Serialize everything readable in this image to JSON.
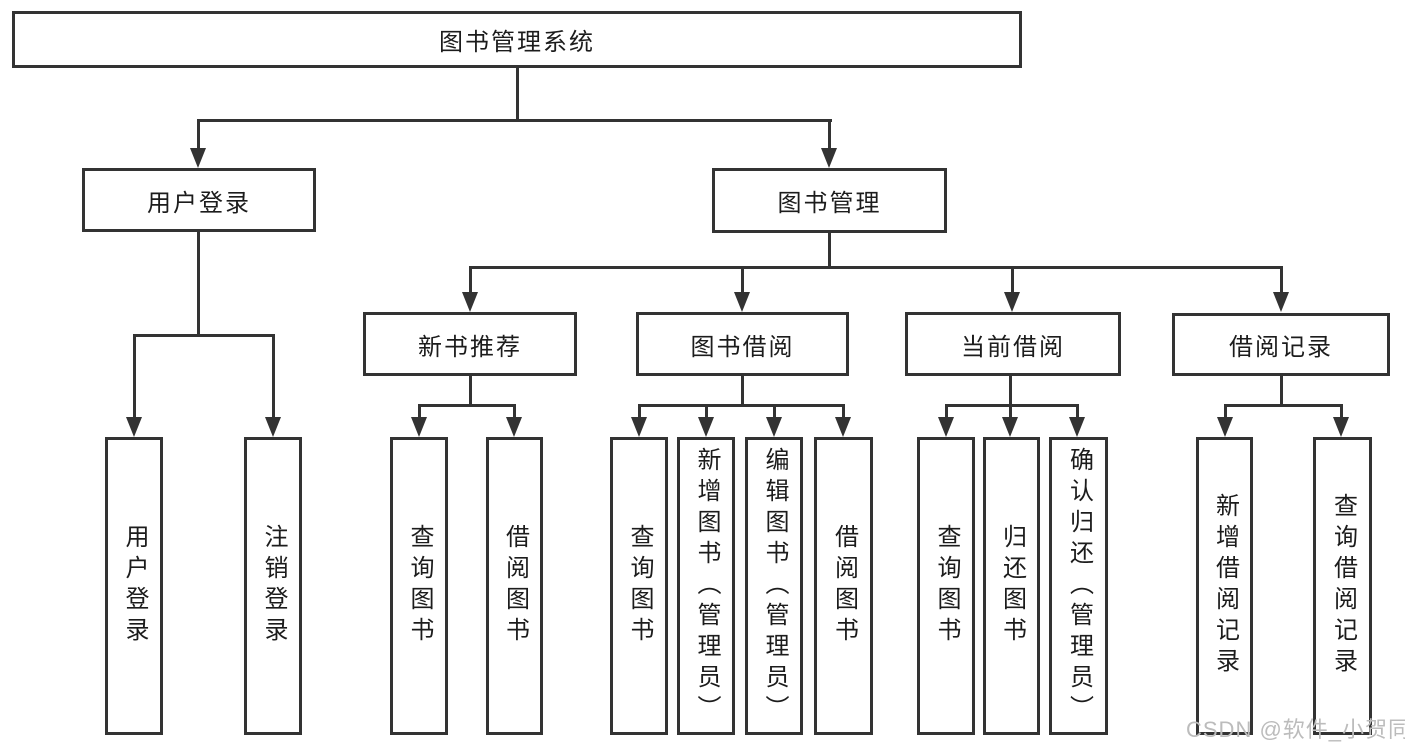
{
  "colors": {
    "line": "#333333",
    "box_border": "#333333",
    "text": "#1c1c1c",
    "watermark": "#bcbcbc",
    "background": "#ffffff"
  },
  "watermark": {
    "text": "CSDN @软件_小贺同学"
  },
  "diagram": {
    "root": "图书管理系统",
    "level2": {
      "user_login": "用户登录",
      "book_management": "图书管理"
    },
    "level3": {
      "new_book_recommend": "新书推荐",
      "book_borrowing": "图书借阅",
      "current_borrowing": "当前借阅",
      "borrowing_records": "借阅记录"
    },
    "leaves": {
      "user_login": "用户登录",
      "logout": "注销登录",
      "query_books_recommend": "查询图书",
      "borrow_books_recommend": "借阅图书",
      "query_books_borrowing": "查询图书",
      "add_books_admin": "新增图书（管理员）",
      "edit_books_admin": "编辑图书（管理员）",
      "borrow_books_borrowing": "借阅图书",
      "query_books_current": "查询图书",
      "return_books": "归还图书",
      "confirm_return_admin": "确认归还（管理员）",
      "add_borrow_record": "新增借阅记录",
      "query_borrow_record": "查询借阅记录"
    }
  }
}
